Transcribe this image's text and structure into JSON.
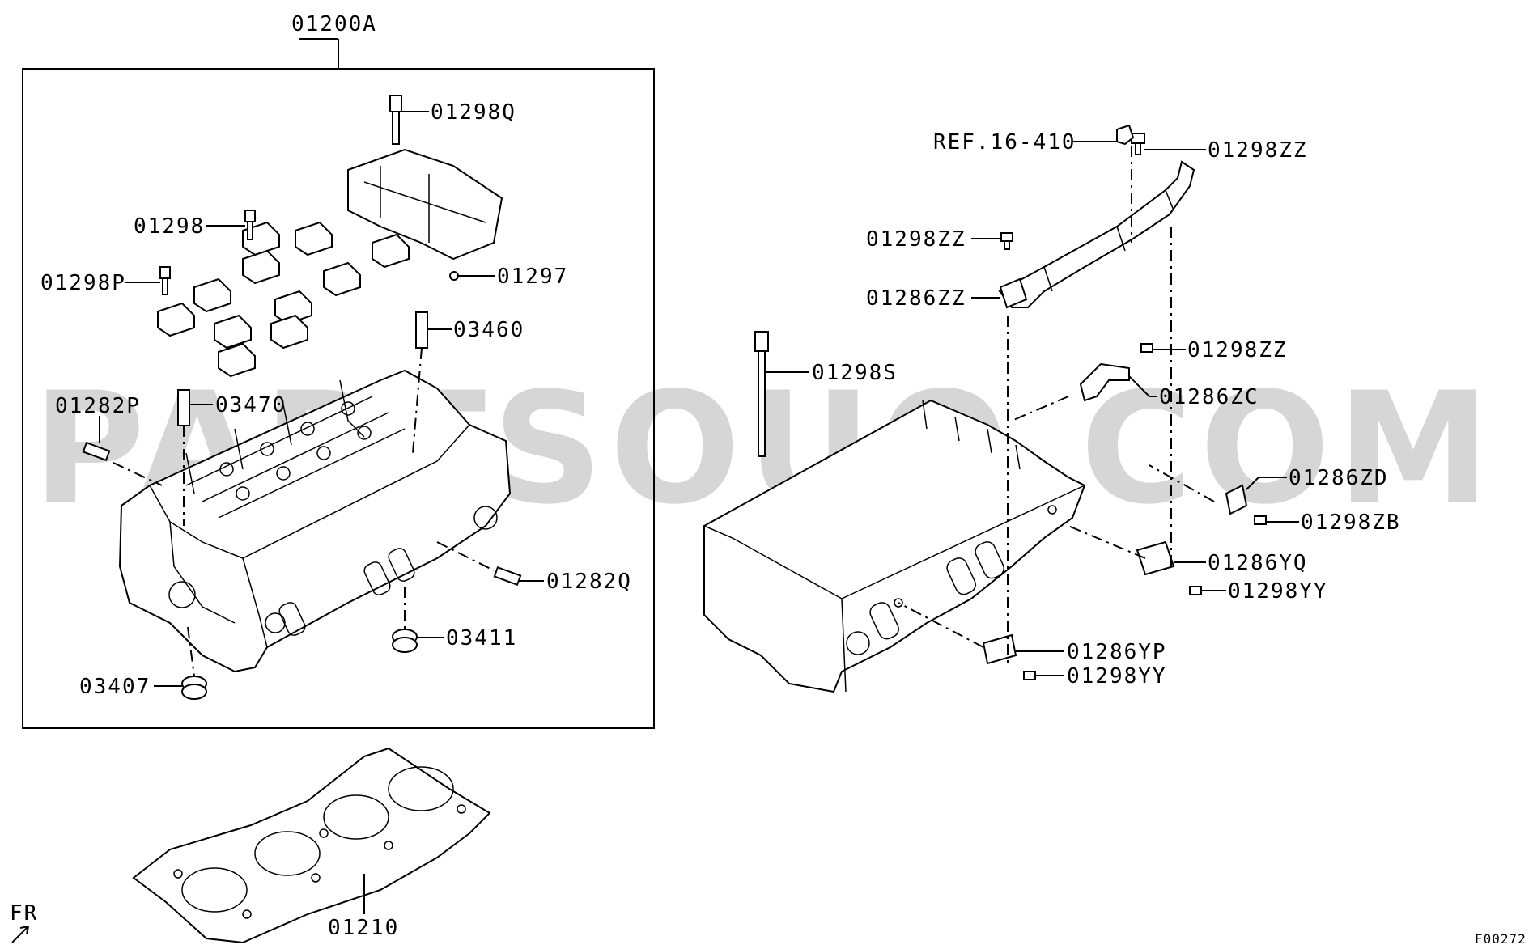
{
  "watermark": "PARTSOUQ.COM",
  "figure_code": "F00272",
  "direction_label": "FR",
  "callouts": {
    "assembly": "01200A",
    "bolt_q": "01298Q",
    "bolt": "01298",
    "bolt_p": "01298P",
    "plug": "01297",
    "pin_03460": "03460",
    "pin_03470": "03470",
    "stud_p": "01282P",
    "stud_q": "01282Q",
    "seal_03411": "03411",
    "seal_03407": "03407",
    "gasket": "01210",
    "ref": "REF.16-410",
    "bolt_zz_top": "01298ZZ",
    "bolt_zz_left": "01298ZZ",
    "bracket_zz": "01286ZZ",
    "bolt_s": "01298S",
    "bolt_zz_mid": "01298ZZ",
    "bracket_zc": "01286ZC",
    "bracket_zd": "01286ZD",
    "bolt_zb": "01298ZB",
    "bracket_yq": "01286YQ",
    "bolt_yy_right": "01298YY",
    "bracket_yp": "01286YP",
    "bolt_yy_bottom": "01298YY"
  }
}
